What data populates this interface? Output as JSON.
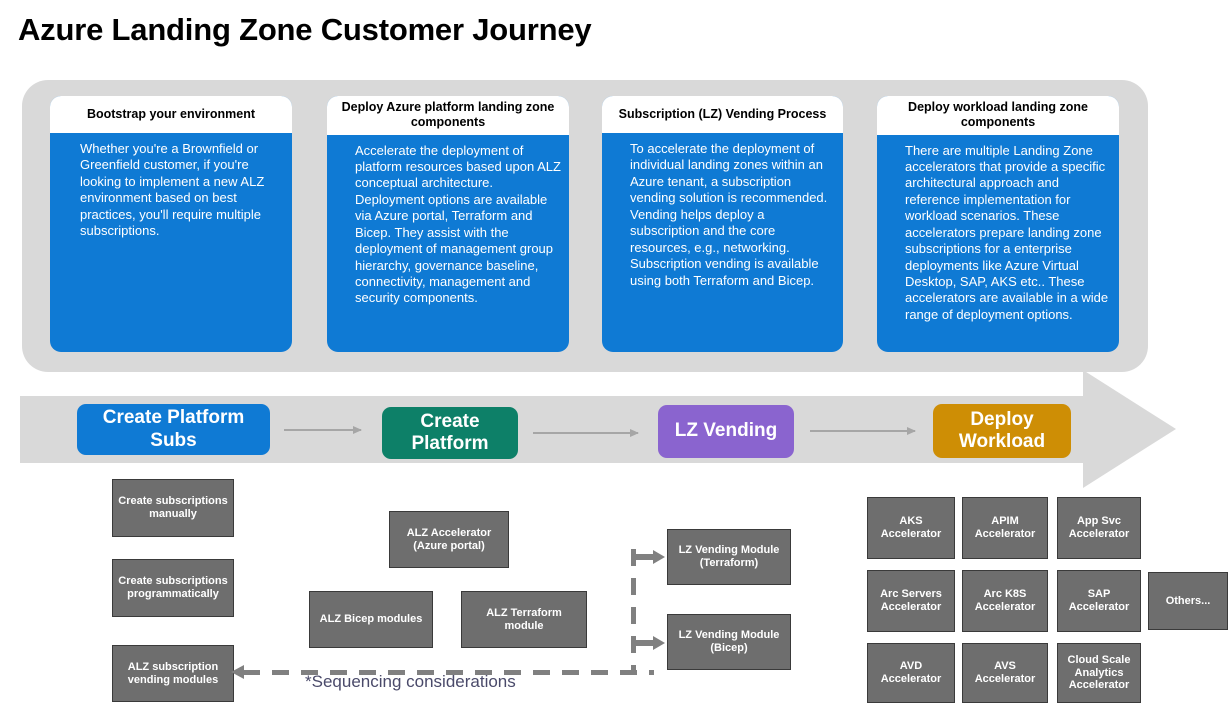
{
  "page": {
    "title": "Azure Landing Zone Customer Journey"
  },
  "colors": {
    "azure_blue": "#0f7ad4",
    "teal_green": "#0d8068",
    "purple": "#8a64cf",
    "gold": "#ce8e05",
    "container_gray": "#d9d9d9",
    "box_gray": "#6e6e6e",
    "dashed_gray": "#808080",
    "sequencing_text": "#4a4a6a"
  },
  "cards": [
    {
      "id": "bootstrap",
      "title": "Bootstrap your environment",
      "body": "Whether you're a Brownfield or Greenfield customer, if you're looking to implement a new ALZ environment based on best practices, you'll require multiple subscriptions."
    },
    {
      "id": "deploy-platform",
      "title": "Deploy Azure platform landing zone components",
      "body": "Accelerate the deployment of platform resources based upon ALZ conceptual architecture. Deployment options are available via Azure portal, Terraform and Bicep. They assist with the deployment of management group hierarchy, governance baseline, connectivity, management and security components."
    },
    {
      "id": "subscription-vending",
      "title": "Subscription (LZ) Vending Process",
      "body": "To accelerate the deployment of individual landing zones within an Azure tenant, a subscription vending solution is recommended. Vending helps deploy a subscription and the core resources, e.g., networking. Subscription vending is available using both Terraform and Bicep."
    },
    {
      "id": "deploy-workload",
      "title": "Deploy workload landing zone components",
      "body": "There are multiple Landing Zone accelerators that provide a specific architectural approach and reference implementation for workload scenarios. These accelerators prepare landing zone subscriptions for a enterprise deployments like Azure Virtual Desktop, SAP, AKS etc.. These accelerators are available in a wide range of deployment options."
    }
  ],
  "process_stages": [
    {
      "id": "create-platform-subs",
      "label": "Create Platform Subs",
      "color": "#0f7ad4"
    },
    {
      "id": "create-platform",
      "label": "Create Platform",
      "color": "#0d8068"
    },
    {
      "id": "lz-vending",
      "label": "LZ Vending",
      "color": "#8a64cf"
    },
    {
      "id": "deploy-workload",
      "label": "Deploy Workload",
      "color": "#ce8e05"
    }
  ],
  "detail_boxes": {
    "left_column": [
      {
        "id": "create-subscriptions-manually",
        "label": "Create subscriptions manually"
      },
      {
        "id": "create-subscriptions-programmatically",
        "label": "Create subscriptions programmatically"
      },
      {
        "id": "alz-subscription-vending-modules",
        "label": "ALZ subscription vending modules"
      }
    ],
    "middle_column": [
      {
        "id": "alz-accelerator-azure-portal",
        "label": "ALZ Accelerator (Azure portal)"
      },
      {
        "id": "alz-bicep-modules",
        "label": "ALZ Bicep modules"
      },
      {
        "id": "alz-terraform-module",
        "label": "ALZ Terraform module"
      }
    ],
    "lz_vending_modules": [
      {
        "id": "lz-vending-module-terraform",
        "label": "LZ Vending Module (Terraform)"
      },
      {
        "id": "lz-vending-module-bicep",
        "label": "LZ Vending Module (Bicep)"
      }
    ],
    "accelerators": [
      {
        "id": "aks-accelerator",
        "label": "AKS Accelerator"
      },
      {
        "id": "apim-accelerator",
        "label": "APIM Accelerator"
      },
      {
        "id": "app-svc-accelerator",
        "label": "App Svc Accelerator"
      },
      {
        "id": "arc-servers-accelerator",
        "label": "Arc Servers Accelerator"
      },
      {
        "id": "arc-k8s-accelerator",
        "label": "Arc K8S Accelerator"
      },
      {
        "id": "sap-accelerator",
        "label": "SAP Accelerator"
      },
      {
        "id": "others",
        "label": "Others..."
      },
      {
        "id": "avd-accelerator",
        "label": "AVD Accelerator"
      },
      {
        "id": "avs-accelerator",
        "label": "AVS Accelerator"
      },
      {
        "id": "cloud-scale-analytics-accelerator",
        "label": "Cloud Scale Analytics Accelerator"
      }
    ]
  },
  "annotations": {
    "sequencing": "*Sequencing considerations"
  }
}
